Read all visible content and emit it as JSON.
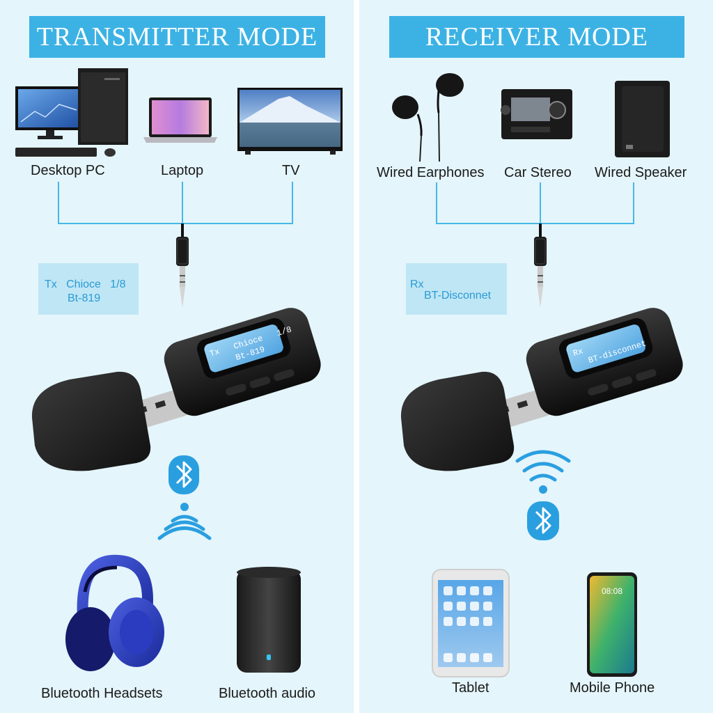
{
  "transmitter": {
    "title": "TRANSMITTER MODE",
    "sources": [
      "Desktop PC",
      "Laptop",
      "TV"
    ],
    "display_box": {
      "line1": "Tx   Chioce   1/8",
      "line2": "Bt-819"
    },
    "device_screen": {
      "line1": "Tx   Chioce   1/8",
      "line2": "Bt-819"
    },
    "outputs": [
      "Bluetooth Headsets",
      "Bluetooth audio"
    ]
  },
  "receiver": {
    "title": "RECEIVER MODE",
    "sinks": [
      "Wired Earphones",
      "Car Stereo",
      "Wired Speaker"
    ],
    "display_box": {
      "line1": "Rx",
      "line2": "BT-Disconnet"
    },
    "device_screen": {
      "line1": "Rx",
      "line2": "BT-disconnet"
    },
    "inputs": [
      "Tablet",
      "Mobile Phone"
    ],
    "phone_time": "08:08"
  },
  "colors": {
    "accent": "#3cb2e4",
    "line": "#45b8e6",
    "device": "#141414",
    "lcd_box": "#bfe6f5"
  },
  "icons": [
    "bluetooth-icon",
    "signal-waves-icon",
    "audio-jack-icon"
  ]
}
